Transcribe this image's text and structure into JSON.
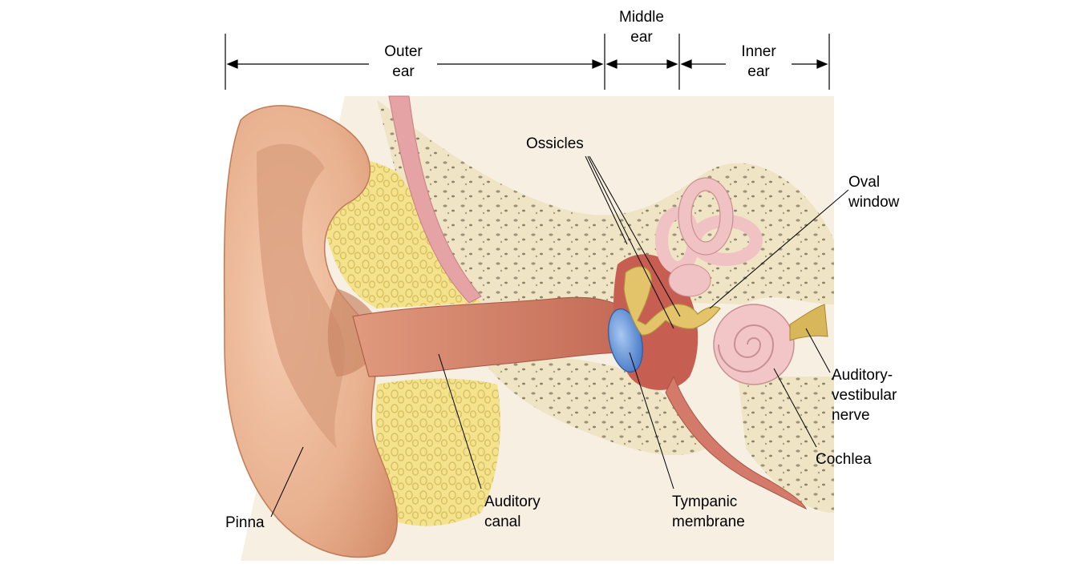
{
  "sections": {
    "outer": {
      "line1": "Outer",
      "line2": "ear"
    },
    "middle": {
      "line1": "Middle",
      "line2": "ear"
    },
    "inner": {
      "line1": "Inner",
      "line2": "ear"
    }
  },
  "labels": {
    "ossicles": "Ossicles",
    "oval_window": {
      "line1": "Oval",
      "line2": "window"
    },
    "nerve": {
      "line1": "Auditory-",
      "line2": "vestibular",
      "line3": "nerve"
    },
    "cochlea": "Cochlea",
    "tympanic": {
      "line1": "Tympanic",
      "line2": "membrane"
    },
    "canal": {
      "line1": "Auditory",
      "line2": "canal"
    },
    "pinna": "Pinna"
  },
  "colors": {
    "skin": "#e8b08e",
    "bone": "#efe4c4",
    "fat": "#f3e48a",
    "canal": "#cf7a62",
    "eardrum": "#5b8fd6",
    "ossicle": "#e0c066",
    "labyrinth": "#f2c4c4"
  }
}
